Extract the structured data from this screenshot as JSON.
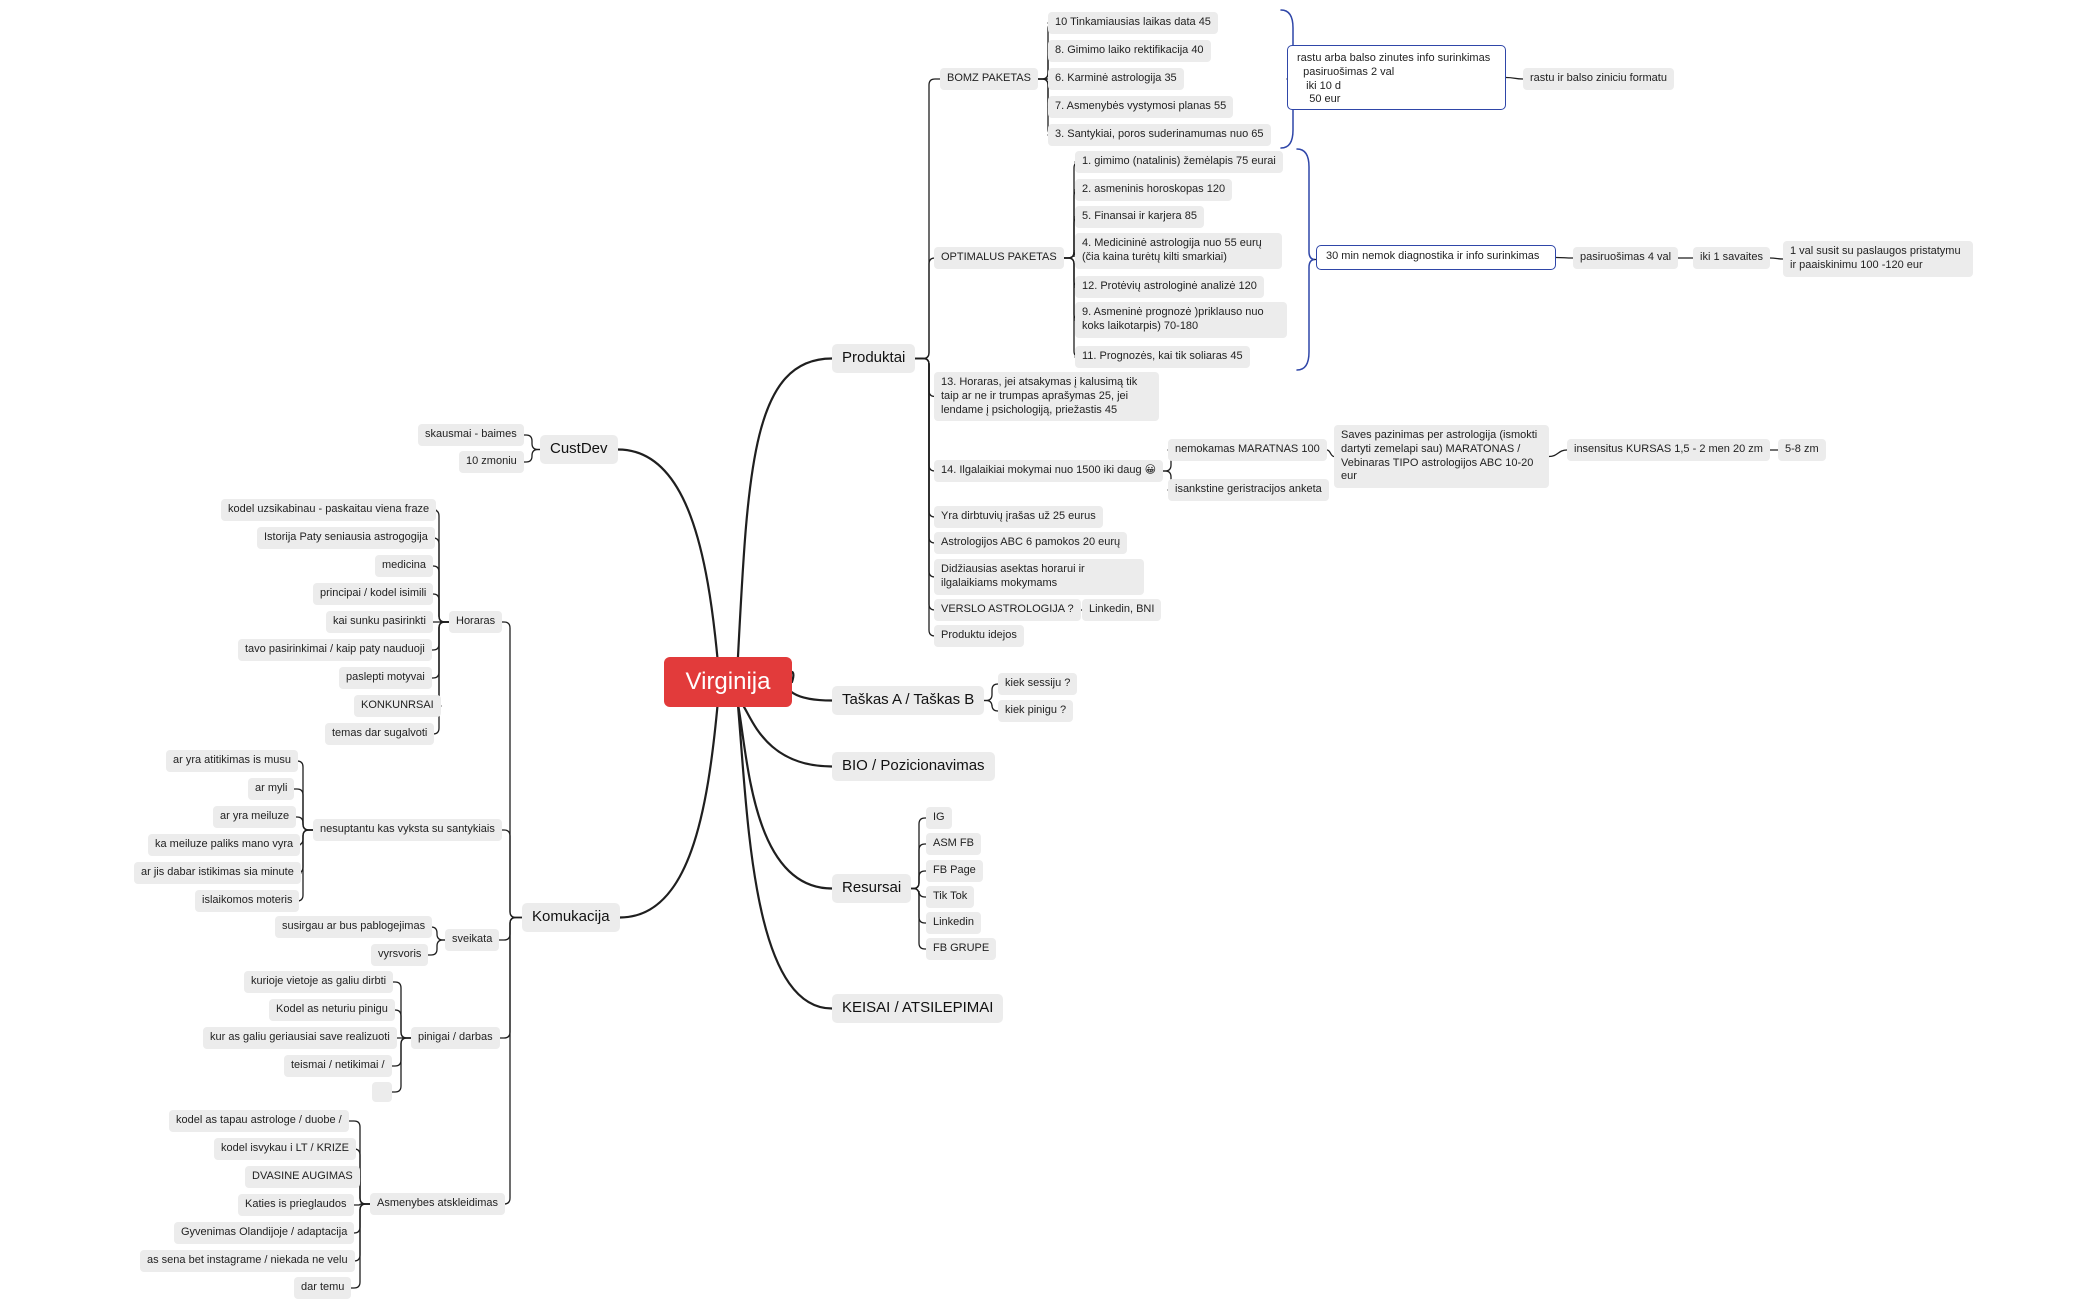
{
  "root": "Virginija",
  "main": {
    "produktai": "Produktai",
    "taskas": "Taškas A / Taškas B",
    "bio": "BIO  / Pozicionavimas",
    "resursai": "Resursai",
    "keisai": "KEISAI / ATSILEPIMAI",
    "custdev": "CustDev",
    "komukacija": "Komukacija"
  },
  "produktai": {
    "bomz": {
      "label": "BOMZ PAKETAS",
      "items": [
        "10 Tinkamiausias laikas data 45",
        "8. Gimimo laiko rektifikacija 40",
        "6. Karminė astrologija 35",
        "7. Asmenybės vystymosi planas 55",
        "3. Santykiai, poros suderinamumas nuo 65"
      ],
      "summary": "rastu arba balso zinutes info surinkimas\n  pasiruošimas 2 val\n   iki 10 d\n    50 eur",
      "summary_next": "rastu ir balso ziniciu formatu"
    },
    "optimalus": {
      "label": "OPTIMALUS PAKETAS",
      "items": [
        "1. gimimo (natalinis) žemėlapis 75 eurai",
        "2. asmeninis horoskopas 120",
        "5. Finansai ir karjera 85",
        "4. Medicininė astrologija nuo 55 eurų (čia kaina turėtų kilti smarkiai)",
        "12. Protėvių astrologinė analizė 120",
        "9. Asmeninė prognozė )priklauso nuo koks laikotarpis) 70-180",
        "11. Prognozės, kai tik soliaras 45"
      ],
      "summary": "30 min nemok diagnostika ir info surinkimas",
      "chain": [
        "pasiruošimas 4 val",
        "iki 1 savaites",
        "1 val susit su paslaugos pristatymu ir paaiskinimu  100 -120 eur"
      ]
    },
    "horaras": "13. Horaras, jei atsakymas į kalusimą tik taip ar ne ir trumpas aprašymas 25, jei lendame į psichologiją, priežastis 45",
    "ilgalaikiai": "14. Ilgalaikiai mokymai nuo 1500 iki daug 😀",
    "maratonas": "nemokamas MARATNAS 100",
    "anketa": "isankstine geristracijos anketa",
    "saves": "Saves pazinimas per astrologija (ismokti dartyti zemelapi sau) MARATONAS / Vebinaras TIPO astrologijos ABC 10-20 eur",
    "kursas": "insensitus KURSAS 1,5 - 2 men 20 zm",
    "zm": "5-8 zm",
    "dirbtuviu": "Yra dirbtuvių įrašas už 25 eurus",
    "abc": "Astrologijos ABC 6 pamokos 20 eurų",
    "didziausias": "Didžiausias asektas horarui ir ilgalaikiams mokymams",
    "verslo": "VERSLO ASTROLOGIJA ?",
    "linkedin_bni": "Linkedin, BNI",
    "ideojos": "Produktu idejos"
  },
  "taskas": [
    "kiek sessiju ?",
    "kiek pinigu ?"
  ],
  "resursai": [
    "IG",
    "ASM FB",
    "FB Page",
    "Tik Tok",
    "Linkedin",
    "FB GRUPE"
  ],
  "custdev": [
    "skausmai - baimes",
    "10 zmoniu"
  ],
  "komukacija": {
    "horaras": {
      "label": "Horaras",
      "items": [
        "kodel uzsikabinau - paskaitau viena fraze",
        "Istorija  Paty seniausia astrogogija",
        "medicina",
        "principai / kodel isimili",
        "kai sunku pasirinkti",
        "tavo pasirinkimai / kaip paty nauduoji",
        "paslepti motyvai",
        "KONKUNRSAI",
        "temas dar sugalvoti"
      ]
    },
    "santykiai": {
      "label": "nesuptantu kas vyksta su santykiais",
      "items": [
        "ar yra atitikimas is musu",
        "ar myli",
        "ar yra meiluze",
        "ka meiluze paliks mano vyra",
        "ar jis dabar istikimas sia minute",
        "islaikomos moteris"
      ]
    },
    "sveikata": {
      "label": "sveikata",
      "items": [
        "susirgau ar bus pablogejimas",
        "vyrsvoris"
      ]
    },
    "pinigai": {
      "label": "pinigai / darbas",
      "items": [
        "kurioje vietoje as galiu dirbti",
        "Kodel as neturiu pinigu",
        "kur as galiu geriausiai save realizuoti",
        "teismai / netikimai /",
        ""
      ]
    },
    "asmenybes": {
      "label": "Asmenybes atskleidimas",
      "items": [
        "kodel as tapau astrologe / duobe /",
        "kodel isvykau i LT / KRIZE",
        "DVASINE AUGIMAS",
        "Katies is prieglaudos",
        "Gyvenimas Olandijoje / adaptacija",
        "as sena bet instagrame / niekada ne velu",
        "dar temu"
      ]
    }
  },
  "colors": {
    "root": "#e23b3b",
    "line": "#1f1f1f",
    "bracket": "#2f46a8",
    "node": "#ececec"
  }
}
